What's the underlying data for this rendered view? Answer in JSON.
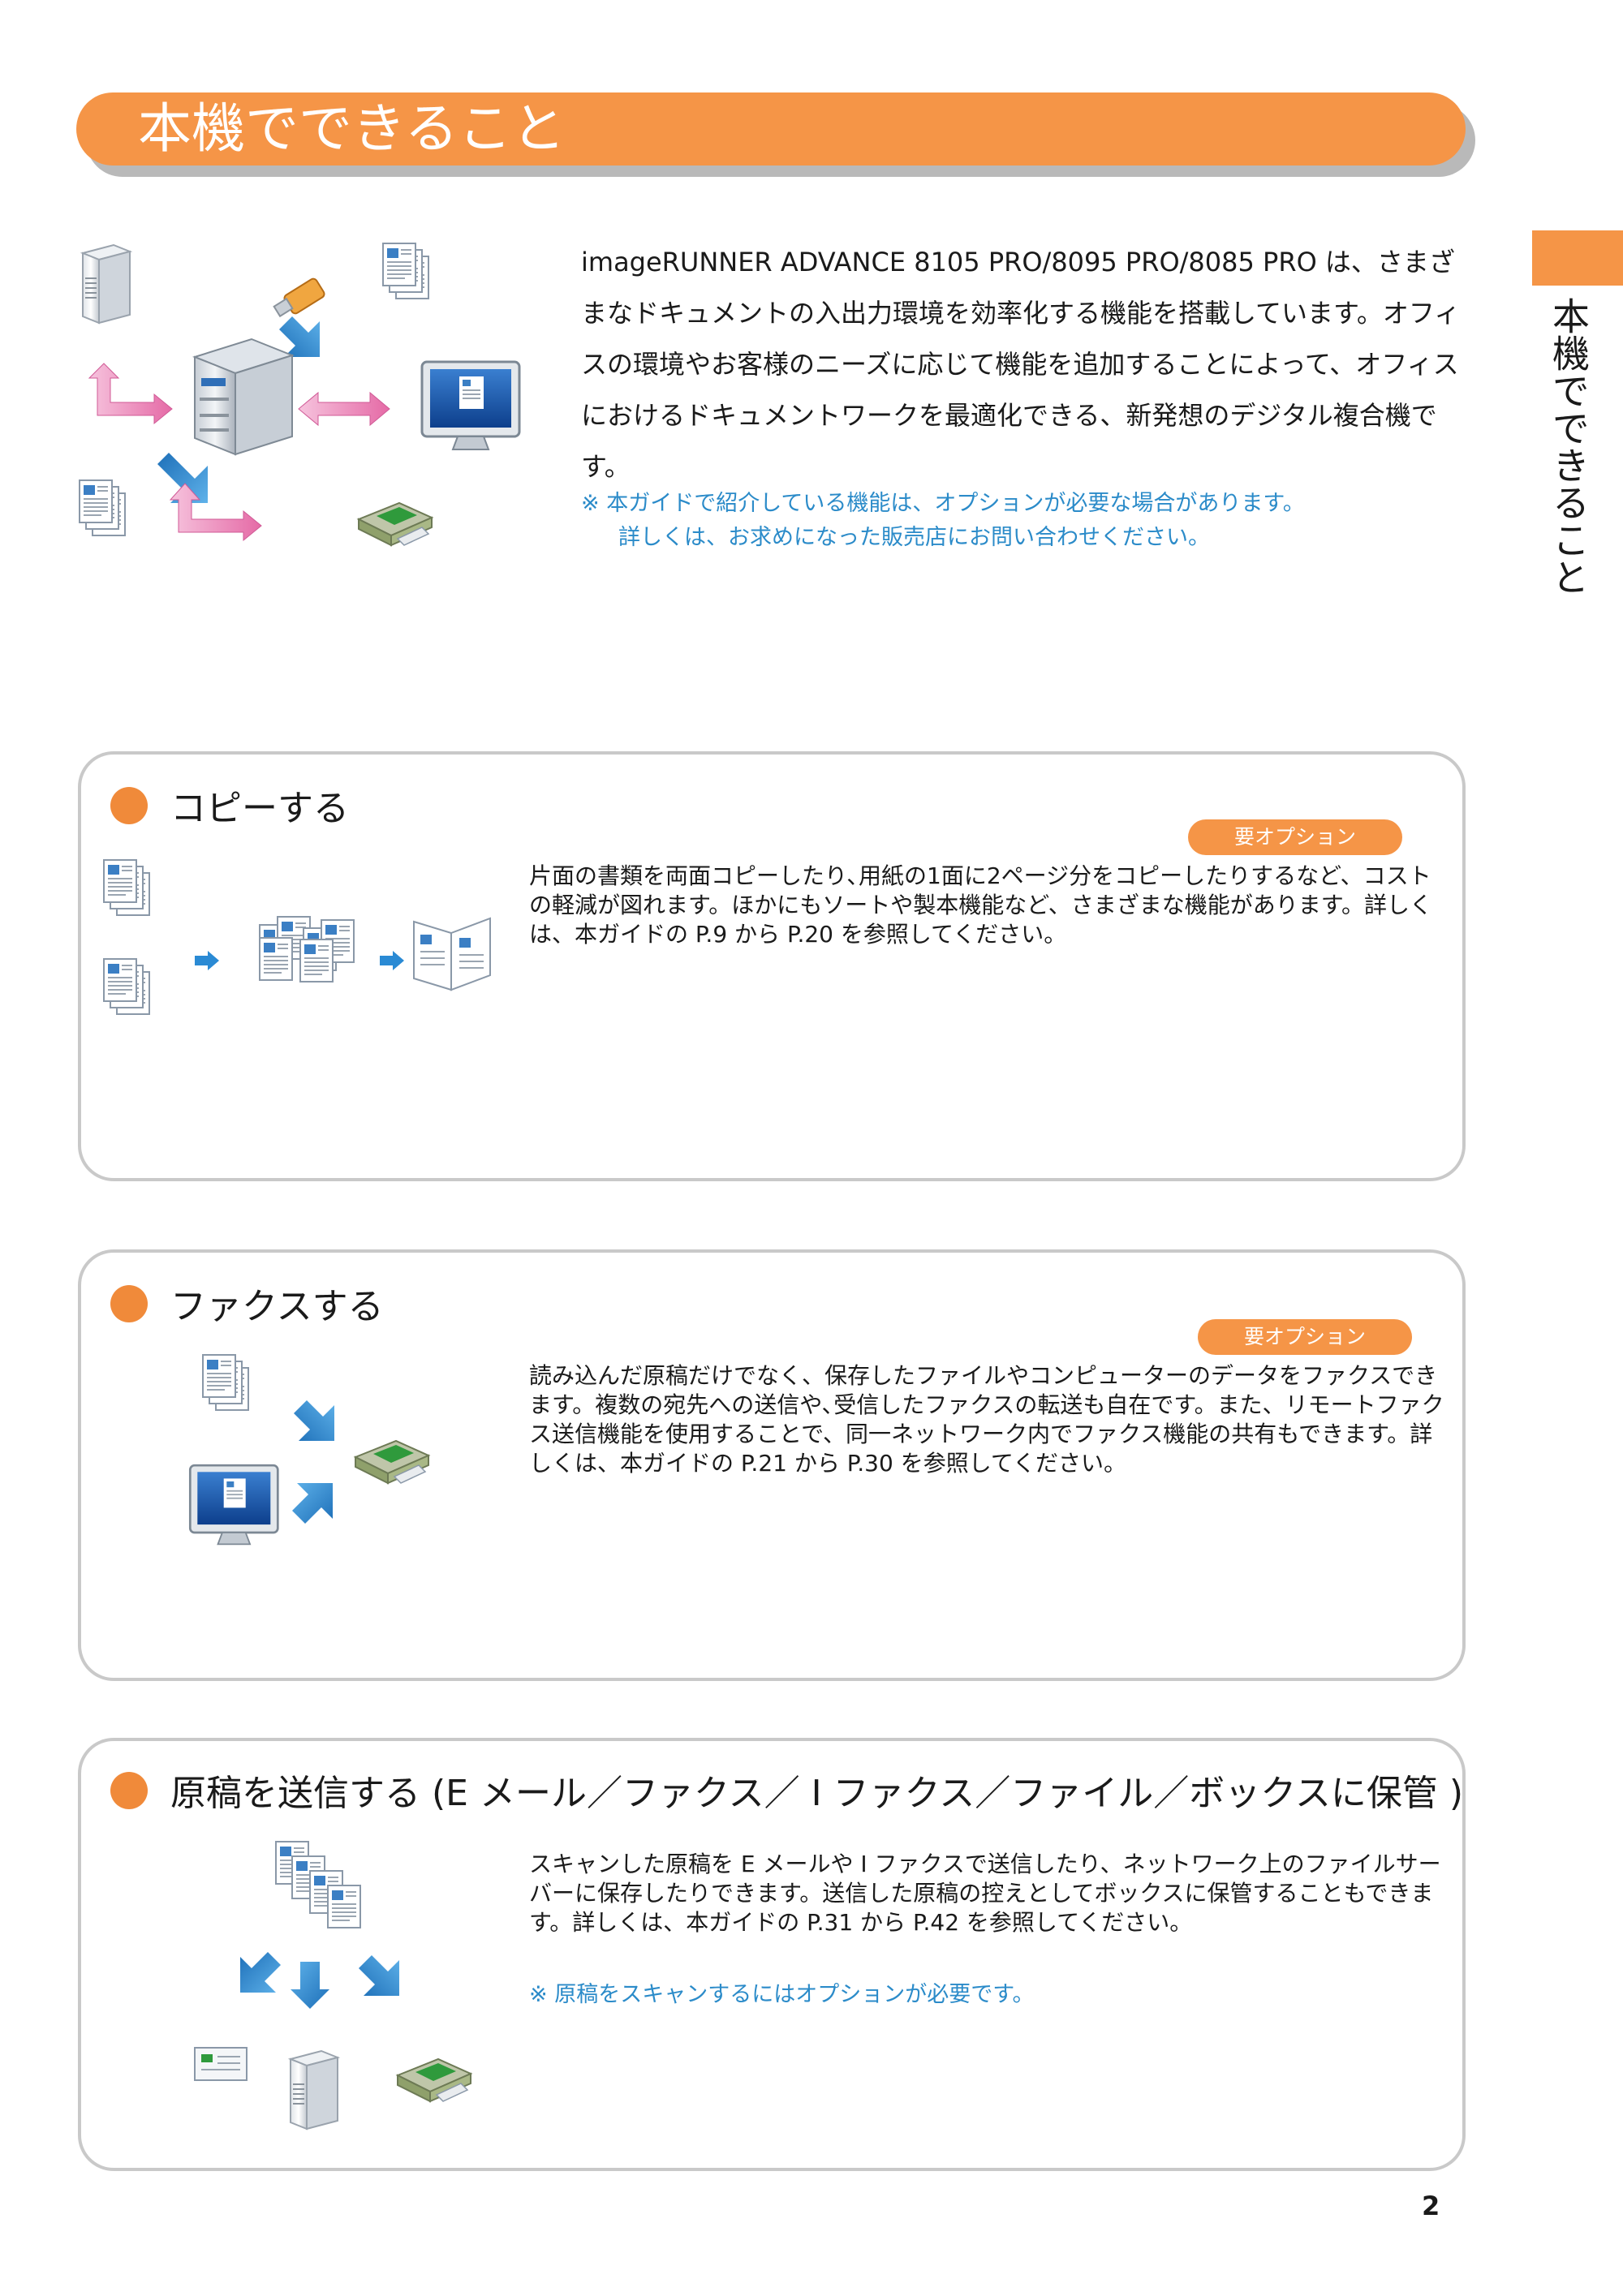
{
  "header": {
    "title": "本機でできること"
  },
  "side_tab": {
    "label": "本機でできること"
  },
  "intro": {
    "text": "imageRUNNER ADVANCE 8105 PRO/8095 PRO/8085 PRO は、さまざまなドキュメントの入出力環境を効率化する機能を搭載しています。オフィスの環境やお客様のニーズに応じて機能を追加することによって、オフィスにおけるドキュメントワークを最適化できる、新発想のデジタル複合機です。",
    "note_line1": "※ 本ガイドで紹介している機能は、オプションが必要な場合があります。",
    "note_line2": "詳しくは、お求めになった販売店にお問い合わせください。"
  },
  "sections": [
    {
      "title": "コピーする",
      "badge": "要オプション",
      "body": "片面の書類を両面コピーしたり､用紙の1面に2ページ分をコピーしたりするなど、コストの軽減が図れます。ほかにもソートや製本機能など、さまざまな機能があります。詳しくは、本ガイドの P.9 から P.20 を参照してください。"
    },
    {
      "title": "ファクスする",
      "badge": "要オプション",
      "body": "読み込んだ原稿だけでなく、保存したファイルやコンピューターのデータをファクスできます。複数の宛先への送信や､受信したファクスの転送も自在です。また、リモートファクス送信機能を使用することで、同一ネットワーク内でファクス機能の共有もできます。詳しくは、本ガイドの P.21 から P.30 を参照してください。"
    },
    {
      "title": "原稿を送信する (E メール／ファクス／ I ファクス／ファイル／ボックスに保管 )",
      "body": "スキャンした原稿を E メールや I ファクスで送信したり、ネットワーク上のファイルサーバーに保存したりできます。送信した原稿の控えとしてボックスに保管することもできます。詳しくは、本ガイドの P.31 から P.42 を参照してください。",
      "note": "※ 原稿をスキャンするにはオプションが必要です。"
    }
  ],
  "page_number": "2",
  "colors": {
    "accent": "#f59547",
    "note_blue": "#2b8bc9",
    "border_gray": "#c9c9c9"
  }
}
